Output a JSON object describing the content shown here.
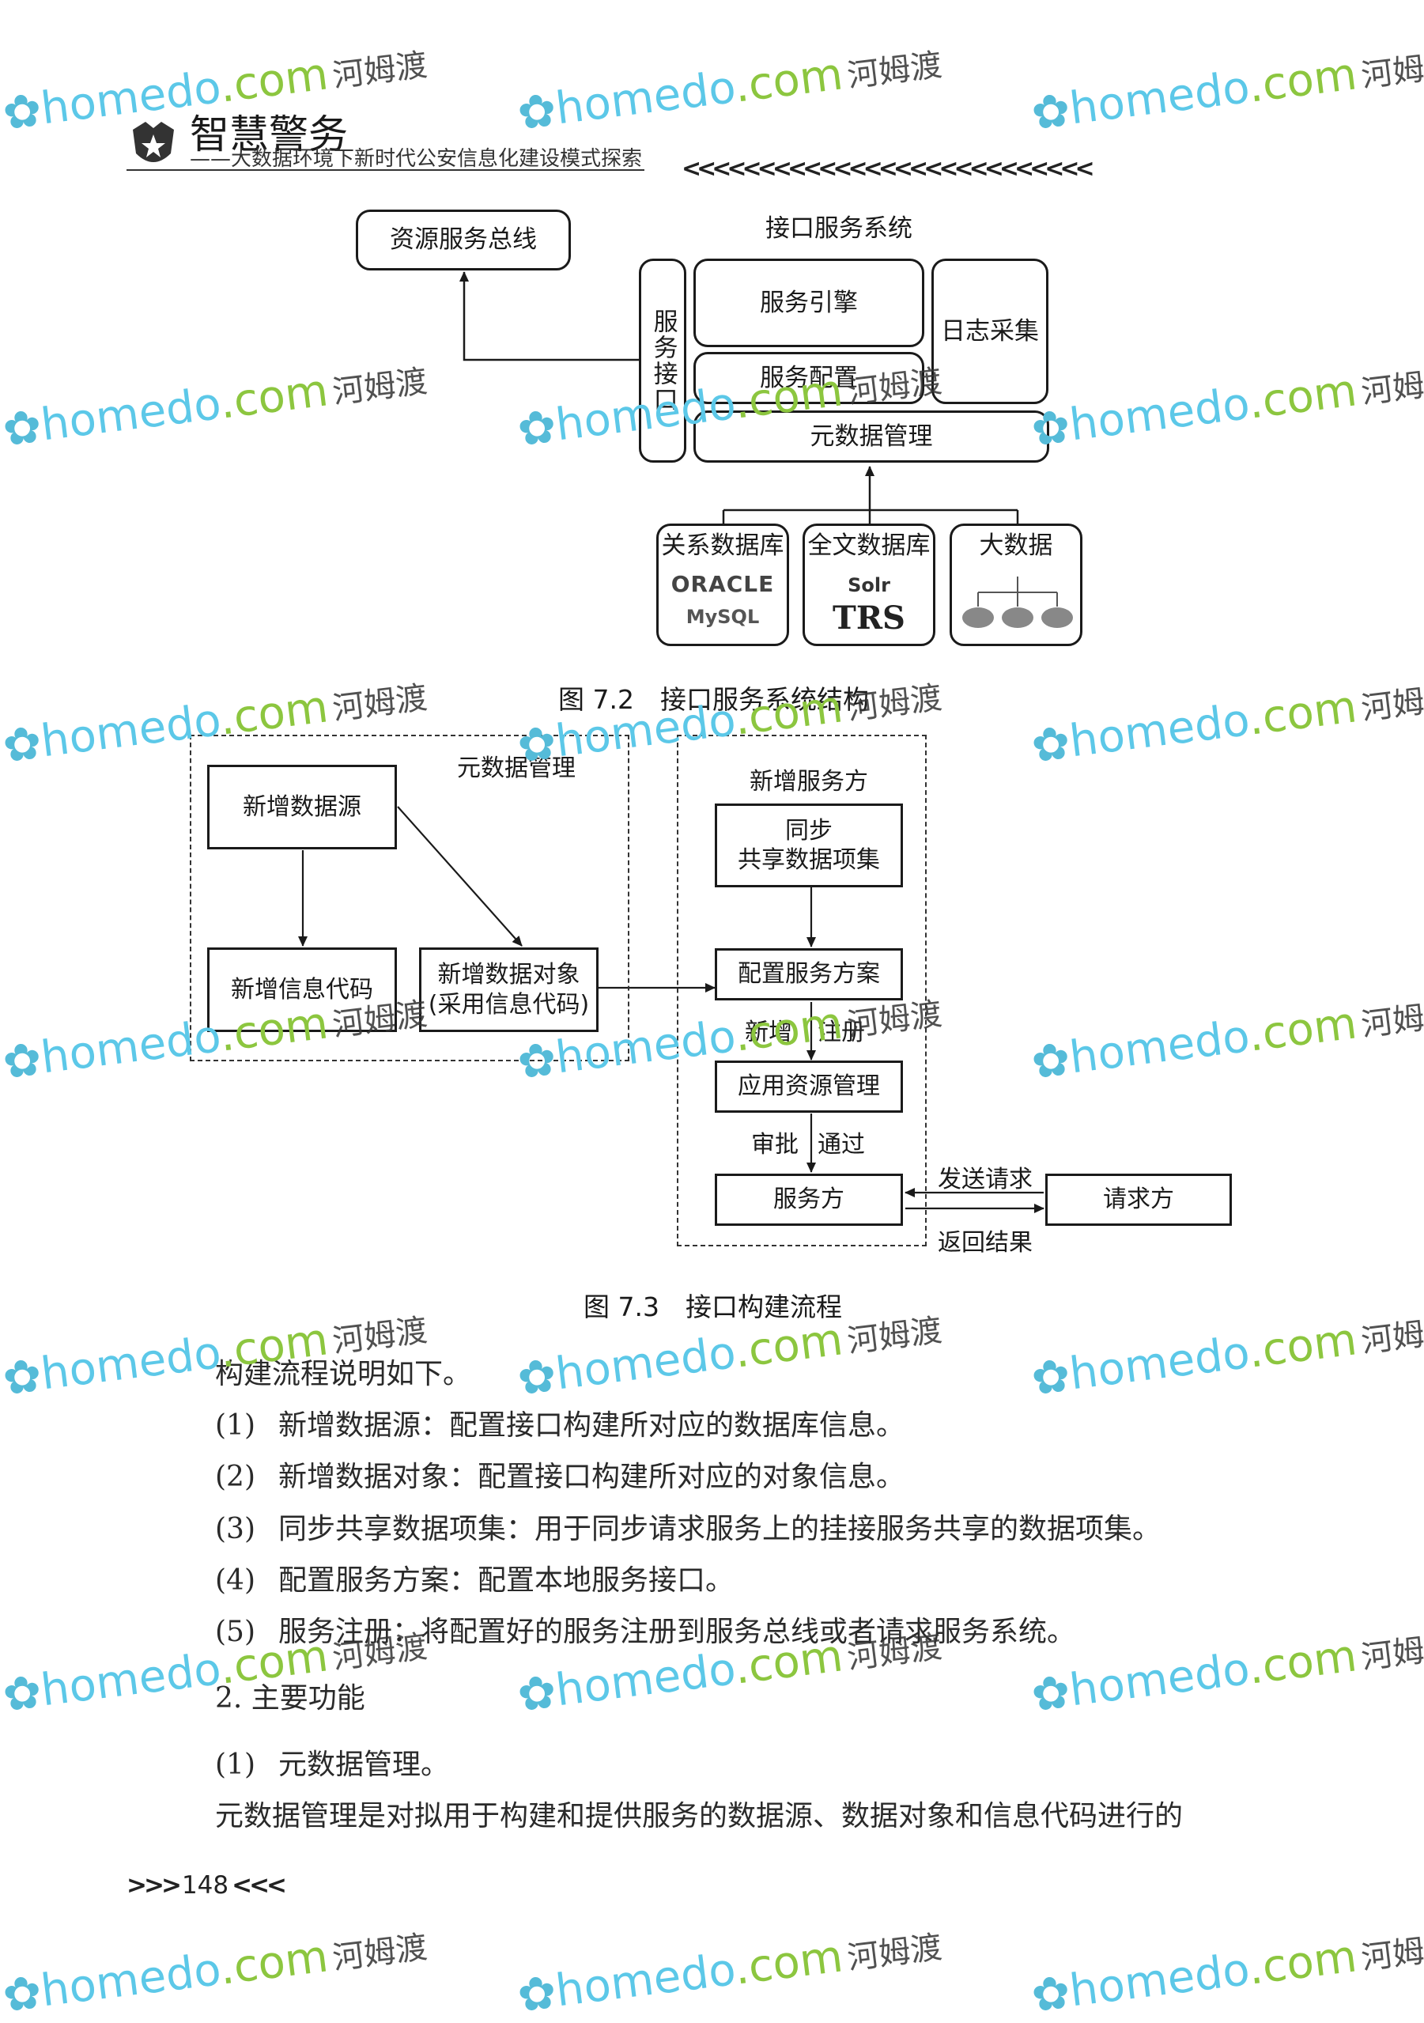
{
  "header": {
    "title": "智慧警务",
    "subtitle": "——大数据环境下新时代公安信息化建设模式探索",
    "chevrons": "<<<<<<<<<<<<<<<<<<<<<<<<<<<"
  },
  "fig72": {
    "resource_bus": "资源服务总线",
    "system_title": "接口服务系统",
    "service_interface": "服务接口",
    "service_engine": "服务引擎",
    "service_config": "服务配置",
    "log_collect": "日志采集",
    "metadata_mgmt": "元数据管理",
    "relational_db": "关系数据库",
    "fulltext_db": "全文数据库",
    "big_data": "大数据",
    "logo_oracle": "ORACLE",
    "logo_mysql": "MySQL",
    "logo_solr": "Solr",
    "logo_trs": "TRS",
    "caption": "图 7.2　接口服务系统结构"
  },
  "fig73": {
    "metadata_title": "元数据管理",
    "new_datasource": "新增数据源",
    "new_infocode": "新增信息代码",
    "new_dataobject_line1": "新增数据对象",
    "new_dataobject_line2": "(采用信息代码)",
    "provider_title": "新增服务方",
    "sync_line1": "同步",
    "sync_line2": "共享数据项集",
    "config_plan": "配置服务方案",
    "label_add": "新增",
    "label_register": "注册",
    "app_resource": "应用资源管理",
    "label_approve": "审批",
    "label_pass": "通过",
    "provider": "服务方",
    "send_request": "发送请求",
    "return_result": "返回结果",
    "requester": "请求方",
    "caption": "图 7.3　接口构建流程"
  },
  "body": {
    "intro": "构建流程说明如下。",
    "steps": [
      {
        "num": "(1)",
        "text": "新增数据源：配置接口构建所对应的数据库信息。"
      },
      {
        "num": "(2)",
        "text": "新增数据对象：配置接口构建所对应的对象信息。"
      },
      {
        "num": "(3)",
        "text": "同步共享数据项集：用于同步请求服务上的挂接服务共享的数据项集。"
      },
      {
        "num": "(4)",
        "text": "配置服务方案：配置本地服务接口。"
      },
      {
        "num": "(5)",
        "text": "服务注册：将配置好的服务注册到服务总线或者请求服务系统。"
      }
    ],
    "section_heading": "2. 主要功能",
    "sub_heading_num": "(1)",
    "sub_heading_text": "元数据管理。",
    "last_para": "元数据管理是对拟用于构建和提供服务的数据源、数据对象和信息代码进行的"
  },
  "footer": {
    "page_left": ">>>",
    "page_number": "148",
    "page_right": "<<<"
  },
  "watermark": {
    "brand_a": "homedo",
    "brand_b": ".com",
    "chinese": "河姆渡"
  }
}
